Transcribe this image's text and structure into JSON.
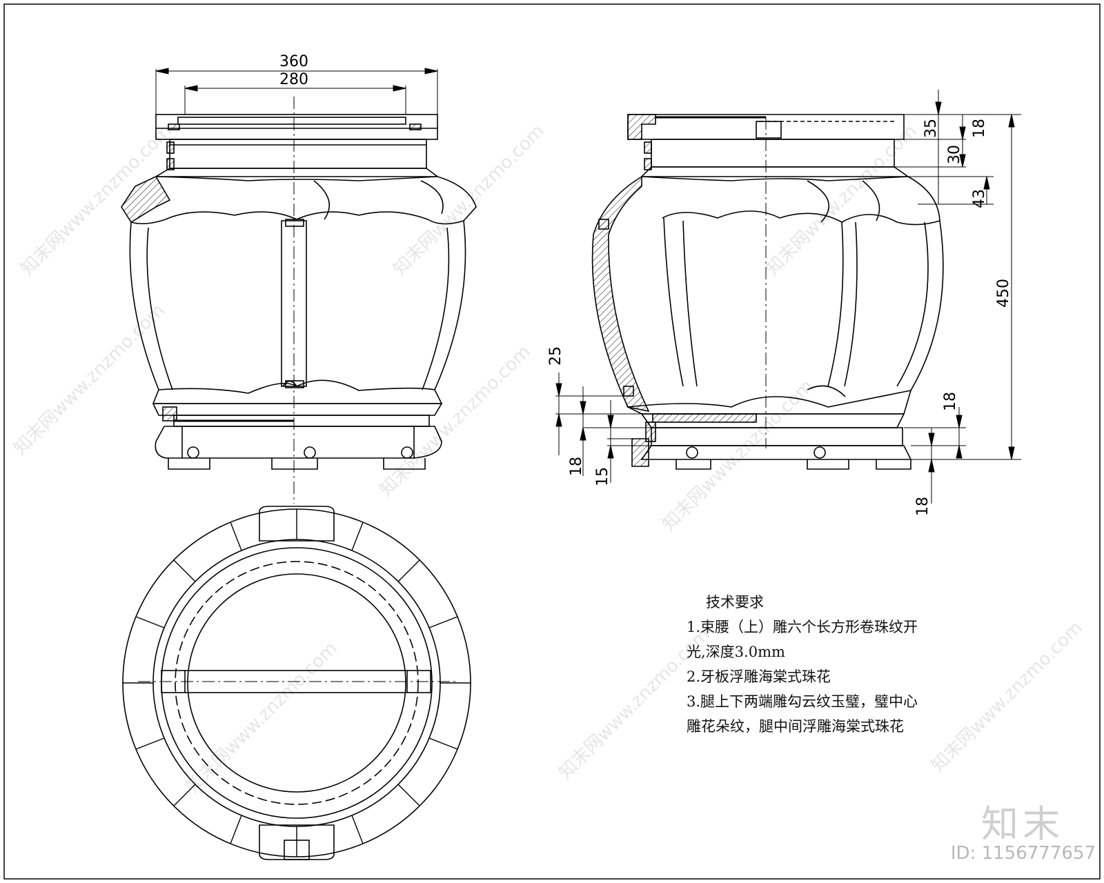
{
  "dimensions": {
    "outer_width": "360",
    "inner_width": "280",
    "lid_height": "35",
    "top_18": "18",
    "neck": "30",
    "waist": "43",
    "total_height": "450",
    "left_25": "25",
    "left_18": "18",
    "left_15": "15",
    "right_18_upper": "18",
    "right_18_lower": "18"
  },
  "notes": {
    "title": "技术要求",
    "lines": [
      "1.束腰（上）雕六个长方形卷珠纹开",
      "光,深度3.0mm",
      "2.牙板浮雕海棠式珠花",
      "3.腿上下两端雕勾云纹玉璧，璧中心",
      "雕花朵纹，腿中间浮雕海棠式珠花"
    ]
  },
  "watermark": {
    "text": "知末网www.znzmo.com",
    "brand": "知末",
    "id": "ID: 1156777657"
  }
}
